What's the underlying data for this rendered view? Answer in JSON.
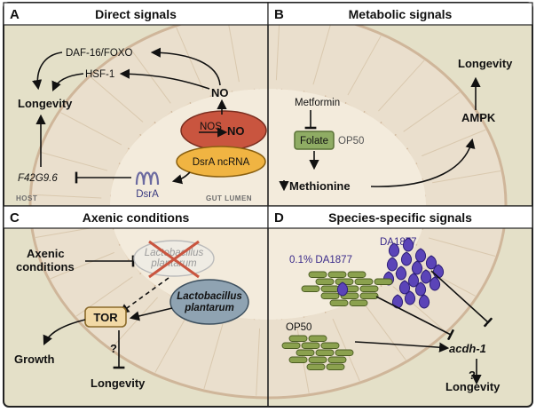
{
  "panels": {
    "a": {
      "letter": "A",
      "title": "Direct signals",
      "daf16": "DAF-16/FOXO",
      "hsf1": "HSF-1",
      "longevity": "Longevity",
      "no_top": "NO",
      "nos": "NOS",
      "no_cell": "NO",
      "dsra_ncrna": "DsrA ncRNA",
      "dsra": "DsrA",
      "f42g96": "F42G9.6",
      "host": "HOST",
      "gut_lumen": "GUT LUMEN"
    },
    "b": {
      "letter": "B",
      "title": "Metabolic signals",
      "metformin": "Metformin",
      "folate": "Folate",
      "op50": "OP50",
      "methionine": "Methionine",
      "ampk": "AMPK",
      "longevity": "Longevity"
    },
    "c": {
      "letter": "C",
      "title": "Axenic conditions",
      "axenic_1": "Axenic",
      "axenic_2": "conditions",
      "lacto_ghost_1": "Lactobacillus",
      "lacto_ghost_2": "plantarum",
      "lacto_1": "Lactobacillus",
      "lacto_2": "plantarum",
      "tor": "TOR",
      "growth": "Growth",
      "question": "?",
      "longevity": "Longevity"
    },
    "d": {
      "letter": "D",
      "title": "Species-specific signals",
      "da1877": "DA1877",
      "da1877_low": "0.1% DA1877",
      "op50": "OP50",
      "acdh1": "acdh-1",
      "question": "?",
      "longevity": "Longevity"
    }
  },
  "colors": {
    "background": "#e4e0c8",
    "cell_fill": "#eadfcd",
    "cell_edge": "#cfb69a",
    "header_fill": "#ffffff",
    "nos_red": "#c9553f",
    "folate_green": "#8fac64",
    "tor_fill": "#f2d9a6",
    "dsra_ncrna_fill": "#f0b442",
    "lacto_blue": "#8fa3b2",
    "bacteria_green": "#8ba14e",
    "da1877_purple": "#5b44b8",
    "dsra_purple": "#6b6aa0"
  }
}
